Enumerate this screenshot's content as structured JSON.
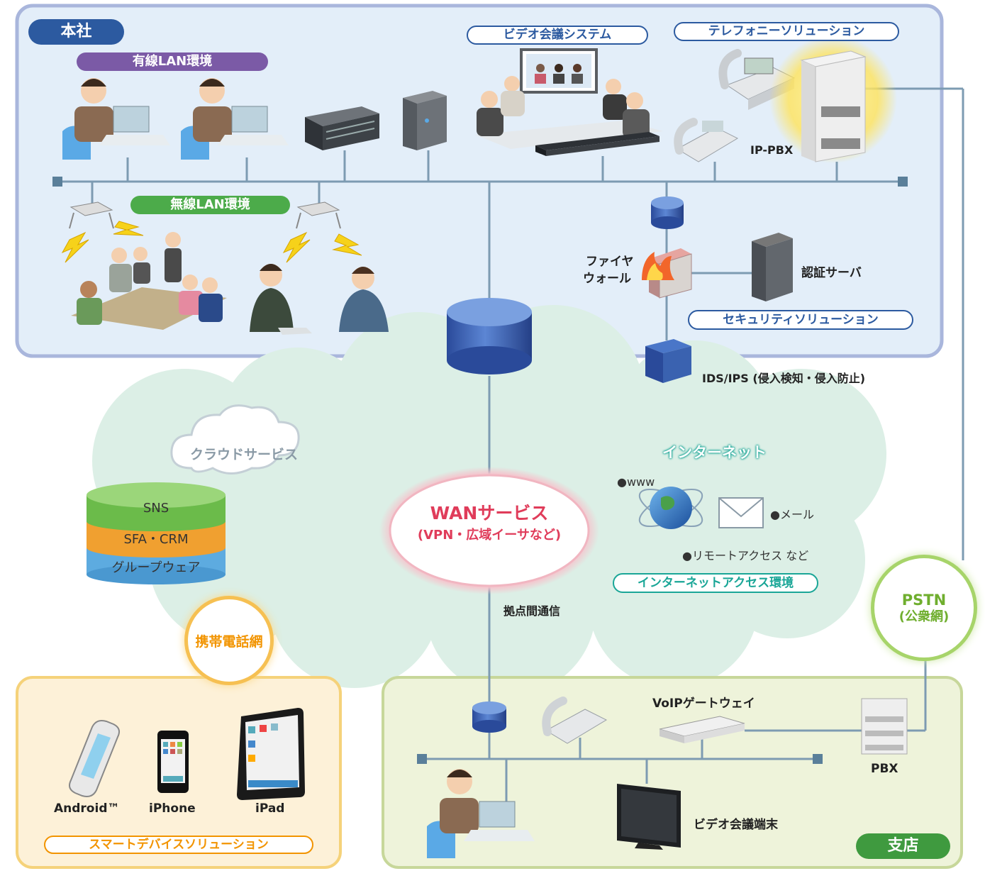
{
  "headquarters": {
    "title": "本社",
    "wired_lan": "有線LAN環境",
    "wireless_lan": "無線LAN環境",
    "video_conf_system": "ビデオ会議システム",
    "telephony_solution": "テレフォニーソリューション",
    "ip_pbx": "IP-PBX",
    "firewall_line1": "ファイヤ",
    "firewall_line2": "ウォール",
    "auth_server": "認証サーバ",
    "security_solution": "セキュリティソリューション",
    "ids_ips": "IDS/IPS (侵入検知・侵入防止)"
  },
  "cloud": {
    "cloud_service": "クラウドサービス",
    "layers": [
      "SNS",
      "SFA・CRM",
      "グループウェア"
    ],
    "wan_title": "WANサービス",
    "wan_subtitle": "(VPN・広域イーサなど)",
    "inter_site": "拠点間通信",
    "internet": "インターネット",
    "www": "●www",
    "mail": "●メール",
    "remote_access": "●リモートアクセス など",
    "internet_access": "インターネットアクセス環境"
  },
  "mobile": {
    "network": "携帯電話網",
    "devices": [
      "Android™",
      "iPhone",
      "iPad"
    ],
    "smart_device_solution": "スマートデバイスソリューション"
  },
  "pstn": {
    "line1": "PSTN",
    "line2": "(公衆網)"
  },
  "branch": {
    "title": "支店",
    "voip_gateway": "VoIPゲートウェイ",
    "pbx": "PBX",
    "video_terminal": "ビデオ会議端末"
  },
  "colors": {
    "hq_fill": "#e3eef9",
    "hq_border": "#a9b6dc",
    "hq_title": "#2c5aa0",
    "wired_pill": "#7b5aa6",
    "wireless_pill": "#4cab4a",
    "cloud_fill": "#dcefe6",
    "wan_text": "#e03c5a",
    "internet_text": "#1aa697",
    "mobile_fill": "#fdf1d8",
    "mobile_border": "#f5d27a",
    "mobile_text": "#f29400",
    "pstn_text": "#6fae2e",
    "branch_fill": "#eef3da",
    "branch_border": "#c7d79a",
    "branch_title": "#3f9a3f"
  }
}
